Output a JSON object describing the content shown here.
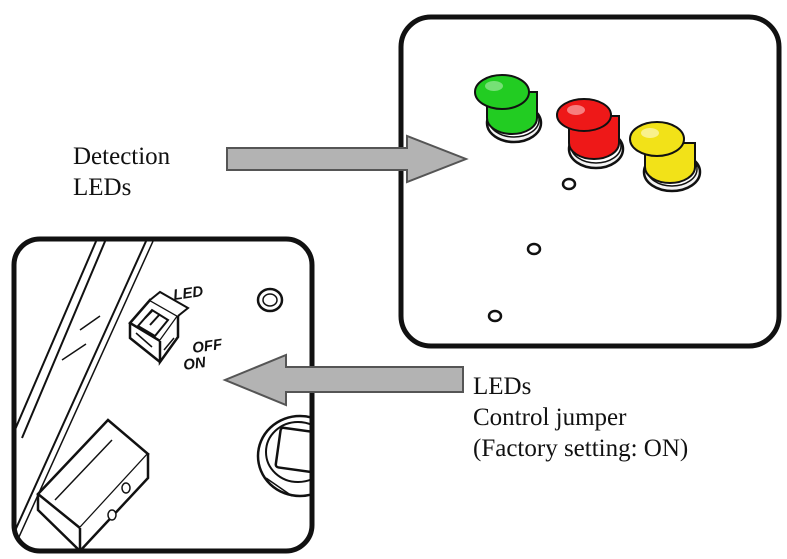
{
  "labels": {
    "detection_line1": "Detection",
    "detection_line2": "LEDs",
    "jumper_line1": "LEDs",
    "jumper_line2": "Control jumper",
    "jumper_line3": "(Factory setting: ON)"
  },
  "board_silkscreen": {
    "led": "LED",
    "off": "OFF",
    "on": "ON"
  },
  "leds": [
    {
      "name": "green",
      "color": "#22cc22",
      "dark": "#139413"
    },
    {
      "name": "red",
      "color": "#ee1818",
      "dark": "#a80d0d"
    },
    {
      "name": "yellow",
      "color": "#f2e218",
      "dark": "#b5a60a"
    }
  ],
  "colors": {
    "arrow_fill": "#b3b3b3",
    "arrow_stroke": "#555555",
    "frame": "#111111"
  }
}
